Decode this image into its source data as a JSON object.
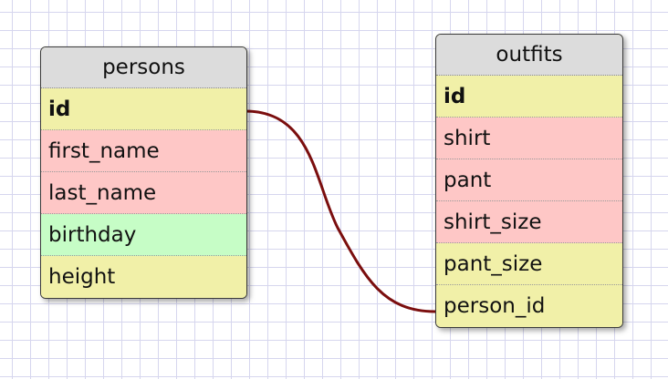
{
  "tables": {
    "persons": {
      "title": "persons",
      "rows": [
        {
          "label": "id",
          "kind": "pk"
        },
        {
          "label": "first_name",
          "kind": "pink"
        },
        {
          "label": "last_name",
          "kind": "pink"
        },
        {
          "label": "birthday",
          "kind": "green"
        },
        {
          "label": "height",
          "kind": "yellow"
        }
      ]
    },
    "outfits": {
      "title": "outfits",
      "rows": [
        {
          "label": "id",
          "kind": "pk"
        },
        {
          "label": "shirt",
          "kind": "pink"
        },
        {
          "label": "pant",
          "kind": "pink"
        },
        {
          "label": "shirt_size",
          "kind": "pink"
        },
        {
          "label": "pant_size",
          "kind": "yellow"
        },
        {
          "label": "person_id",
          "kind": "yellow"
        }
      ]
    }
  },
  "relationship": {
    "from": "persons.id",
    "to": "outfits.person_id",
    "color": "#7b0e0e"
  },
  "colors": {
    "header": "#dcdcdc",
    "key_row": "#f1f0a8",
    "pink_row": "#fec7c6",
    "green_row": "#c6fdc6",
    "grid": "#d6d6ee"
  }
}
